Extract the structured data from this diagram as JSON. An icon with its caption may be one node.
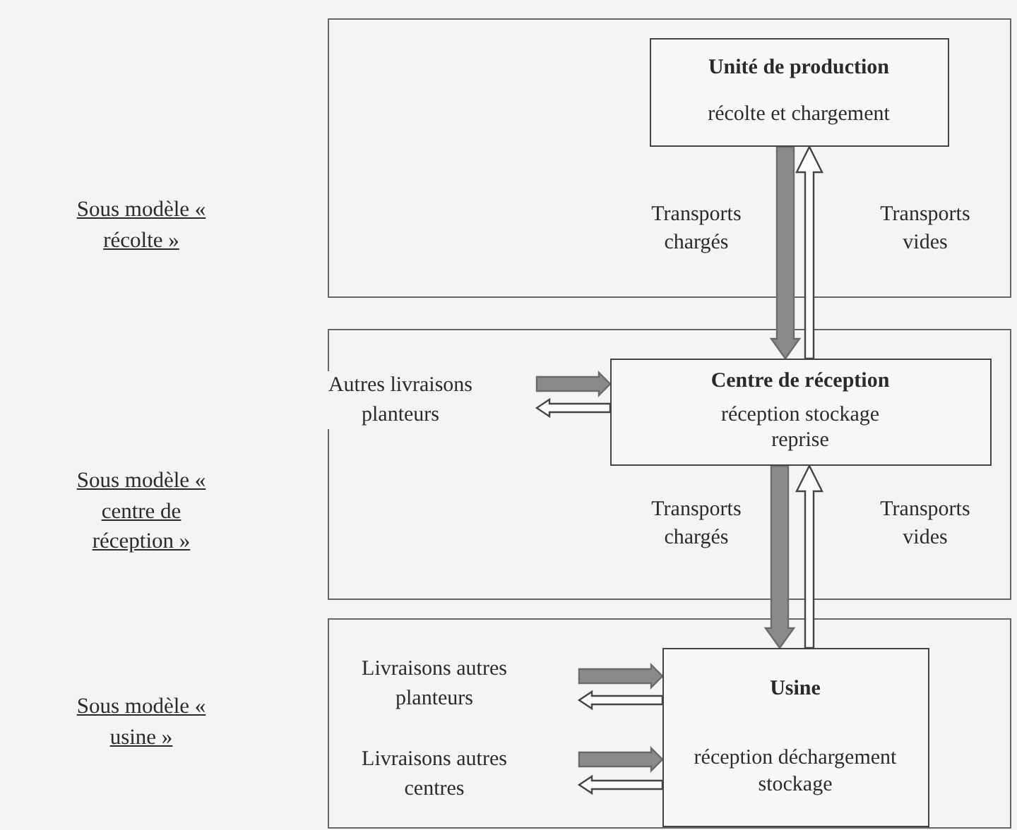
{
  "diagram": {
    "nodes": [
      {
        "text": [],
        "shape": "box"
      },
      {
        "text": [
          "Unité de production",
          "récolte et chargement"
        ],
        "in": 0
      },
      {
        "text": [],
        "shape": "box"
      },
      {
        "text": [
          "Autres livraisons planteurs"
        ],
        "in": 2
      },
      {
        "text": [
          "Centre de réception",
          "réception stockage reprise"
        ],
        "in": 2
      },
      {
        "text": [],
        "shape": "box"
      },
      {
        "text": [
          "Livraisons autres planteurs"
        ],
        "in": 5
      },
      {
        "text": [
          "Livraisons autres centres"
        ],
        "in": 5
      },
      {
        "text": [
          "Usine",
          "réception déchargement stockage"
        ],
        "in": 5
      }
    ],
    "edges": [
      {
        "from": 1,
        "to": 4,
        "arrow": "to",
        "label": "Transports chargés",
        "style": "thick"
      },
      {
        "from": 4,
        "to": 1,
        "arrow": "to",
        "label": "Transports vides"
      },
      {
        "from": 3,
        "to": 4,
        "arrow": "to",
        "style": "thick"
      },
      {
        "from": 4,
        "to": 3,
        "arrow": "to"
      },
      {
        "from": 4,
        "to": 8,
        "arrow": "to",
        "label": "Transports chargés",
        "style": "thick"
      },
      {
        "from": 8,
        "to": 4,
        "arrow": "to",
        "label": "Transports vides"
      },
      {
        "from": 6,
        "to": 8,
        "arrow": "to",
        "style": "thick"
      },
      {
        "from": 8,
        "to": 6,
        "arrow": "to"
      },
      {
        "from": 7,
        "to": 8,
        "arrow": "to",
        "style": "thick"
      },
      {
        "from": 8,
        "to": 7,
        "arrow": "to"
      }
    ],
    "labels": [
      "Sous modèle « récolte »",
      "Sous modèle « centre de réception »",
      "Sous modèle « usine »"
    ]
  }
}
